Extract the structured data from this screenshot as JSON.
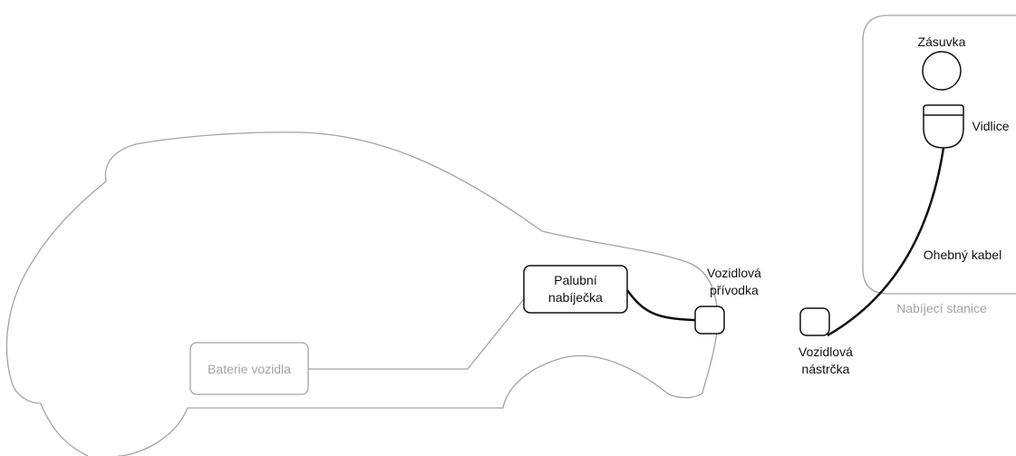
{
  "colors": {
    "outline_gray": "#a3a3a3",
    "line_black": "#111111",
    "background": "#ffffff"
  },
  "vehicle": {
    "battery_label": "Baterie vozidla",
    "onboard_charger_label": [
      "Palubní",
      "nabíječka"
    ],
    "vehicle_inlet_label": [
      "Vozidlová",
      "přívodka"
    ]
  },
  "connector": {
    "vehicle_connector_label": [
      "Vozidlová",
      "nástrčka"
    ]
  },
  "charging_station": {
    "title": "Nabíjecí stanice",
    "socket_label": "Zásuvka",
    "plug_label": "Vidlice",
    "cable_label": "Ohebný kabel"
  }
}
